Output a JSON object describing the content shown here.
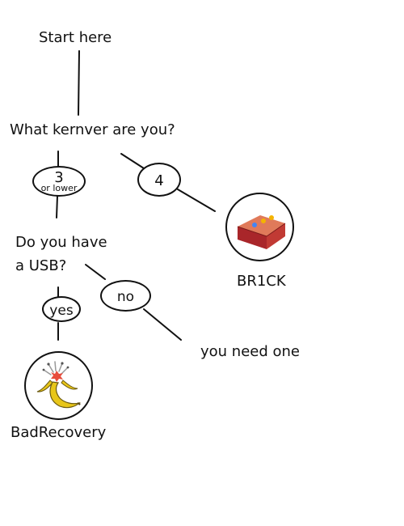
{
  "start": "Start here",
  "question_kernver": "What kernver are you?",
  "edge_3": {
    "main": "3",
    "sub": "or lower"
  },
  "edge_4": "4",
  "question_usb": {
    "line1": "Do you have",
    "line2": "a USB?"
  },
  "edge_yes": "yes",
  "edge_no": "no",
  "outcome_brick": {
    "label": "BR1CK",
    "icon": "brick-icon"
  },
  "outcome_badrecovery": {
    "label": "BadRecovery",
    "icon": "exploding-banana-icon"
  },
  "outcome_need_usb": "you need one",
  "colors": {
    "brick": "#c0392b",
    "banana": "#e8c619",
    "explosion": "#e74c3c"
  }
}
